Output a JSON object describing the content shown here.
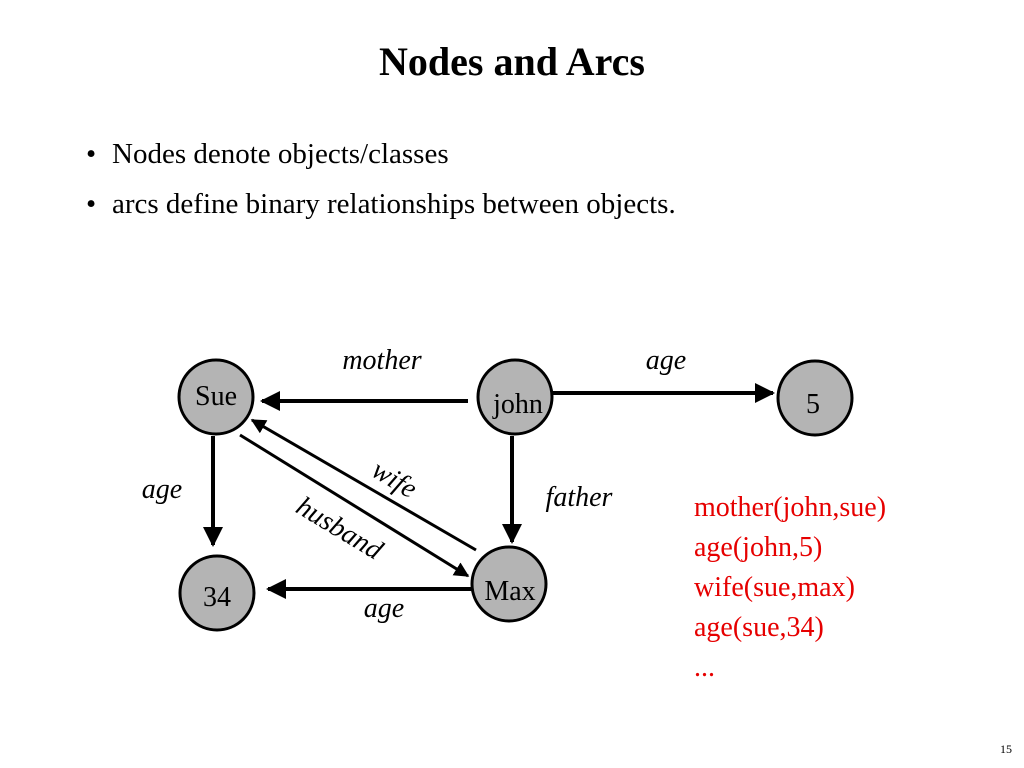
{
  "slide": {
    "title": "Nodes and Arcs",
    "bullets": [
      "Nodes denote objects/classes",
      "arcs define binary relationships between objects."
    ],
    "page_number": "15"
  },
  "diagram": {
    "node_fill": "#b4b4b4",
    "nodes": {
      "sue": "Sue",
      "john": "john",
      "five": "5",
      "age34": "34",
      "max": "Max"
    },
    "edges": {
      "mother": "mother",
      "age_john": "age",
      "age_sue": "age",
      "father": "father",
      "wife": "wife",
      "husband": "husband",
      "age_max": "age"
    }
  },
  "facts": {
    "color": "#e60000",
    "lines": [
      "mother(john,sue)",
      "age(john,5)",
      "wife(sue,max)",
      "age(sue,34)",
      "..."
    ]
  }
}
